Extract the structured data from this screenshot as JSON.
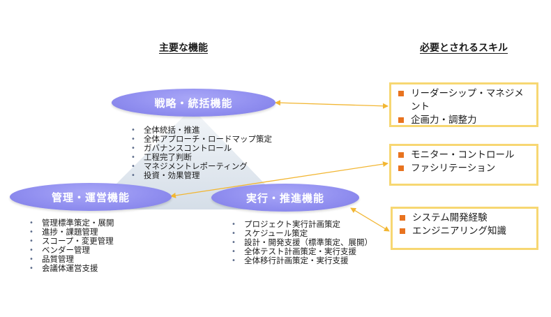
{
  "headings": {
    "main_functions": "主要な機能",
    "required_skills": "必要とされるスキル"
  },
  "functions": {
    "strategy": {
      "label": "戦略・統括機能",
      "items": [
        "全体統括・推進",
        "全体アプローチ・ロードマップ策定",
        "ガバナンスコントロール",
        "工程完了判断",
        "マネジメントレポーティング",
        "投資・効果管理"
      ]
    },
    "management": {
      "label": "管理・運営機能",
      "items": [
        "管理標準策定・展開",
        "進捗・課題管理",
        "スコープ・変更管理",
        "ベンダー管理",
        "品質管理",
        "会議体運営支援"
      ]
    },
    "execution": {
      "label": "実行・推進機能",
      "items": [
        "プロジェクト実行計画策定",
        "スケジュール策定",
        "設計・開発支援（標準策定、展開）",
        "全体テスト計画策定・実行支援",
        "全体移行計画策定・実行支援"
      ]
    }
  },
  "skills": {
    "strategy": [
      "リーダーシップ・マネジメント",
      "企画力・調整力"
    ],
    "management": [
      "モニター・コントロール",
      "ファシリテーション"
    ],
    "execution": [
      "システム開発経験",
      "エンジニアリング知識"
    ]
  },
  "colors": {
    "ellipse": "#918ff0",
    "triangle": "#dde5ec",
    "box_border": "#f7d772",
    "arrow": "#f2b632",
    "bullet_square": "#e8731f"
  }
}
